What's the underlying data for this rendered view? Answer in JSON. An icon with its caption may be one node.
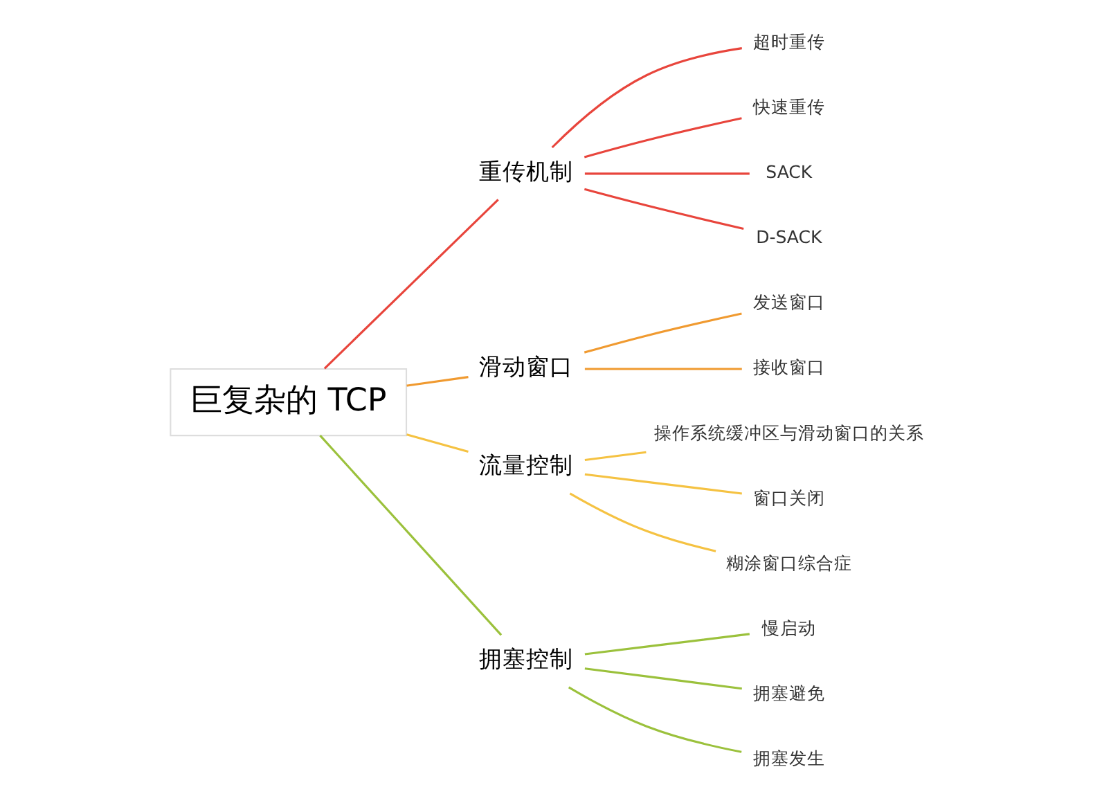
{
  "diagram": {
    "nodes": [
      {
        "text": [
          "巨复杂的 TCP"
        ]
      },
      {
        "text": [
          "重传机制"
        ]
      },
      {
        "text": [
          "超时重传"
        ]
      },
      {
        "text": [
          "快速重传"
        ]
      },
      {
        "text": [
          "SACK"
        ]
      },
      {
        "text": [
          "D-SACK"
        ]
      },
      {
        "text": [
          "滑动窗口"
        ]
      },
      {
        "text": [
          "发送窗口"
        ]
      },
      {
        "text": [
          "接收窗口"
        ]
      },
      {
        "text": [
          "流量控制"
        ]
      },
      {
        "text": [
          "操作系统缓冲区与滑动窗口的关系"
        ]
      },
      {
        "text": [
          "窗口关闭"
        ]
      },
      {
        "text": [
          "糊涂窗口综合症"
        ]
      },
      {
        "text": [
          "拥塞控制"
        ]
      },
      {
        "text": [
          "慢启动"
        ]
      },
      {
        "text": [
          "拥塞避免"
        ]
      },
      {
        "text": [
          "拥塞发生"
        ]
      }
    ],
    "edges": [
      {
        "from": 0,
        "to": 1,
        "arrow": "none",
        "color": "#e8453c"
      },
      {
        "from": 1,
        "to": 2,
        "arrow": "none",
        "color": "#e8453c"
      },
      {
        "from": 1,
        "to": 3,
        "arrow": "none",
        "color": "#e8453c"
      },
      {
        "from": 1,
        "to": 4,
        "arrow": "none",
        "color": "#e8453c"
      },
      {
        "from": 1,
        "to": 5,
        "arrow": "none",
        "color": "#e8453c"
      },
      {
        "from": 0,
        "to": 6,
        "arrow": "none",
        "color": "#f09a30"
      },
      {
        "from": 6,
        "to": 7,
        "arrow": "none",
        "color": "#f09a30"
      },
      {
        "from": 6,
        "to": 8,
        "arrow": "none",
        "color": "#f09a30"
      },
      {
        "from": 0,
        "to": 9,
        "arrow": "none",
        "color": "#f5c242"
      },
      {
        "from": 9,
        "to": 10,
        "arrow": "none",
        "color": "#f5c242"
      },
      {
        "from": 9,
        "to": 11,
        "arrow": "none",
        "color": "#f5c242"
      },
      {
        "from": 9,
        "to": 12,
        "arrow": "none",
        "color": "#f5c242"
      },
      {
        "from": 0,
        "to": 13,
        "arrow": "none",
        "color": "#9bc13c"
      },
      {
        "from": 13,
        "to": 14,
        "arrow": "none",
        "color": "#9bc13c"
      },
      {
        "from": 13,
        "to": 15,
        "arrow": "none",
        "color": "#9bc13c"
      },
      {
        "from": 13,
        "to": 16,
        "arrow": "none",
        "color": "#9bc13c"
      }
    ]
  }
}
